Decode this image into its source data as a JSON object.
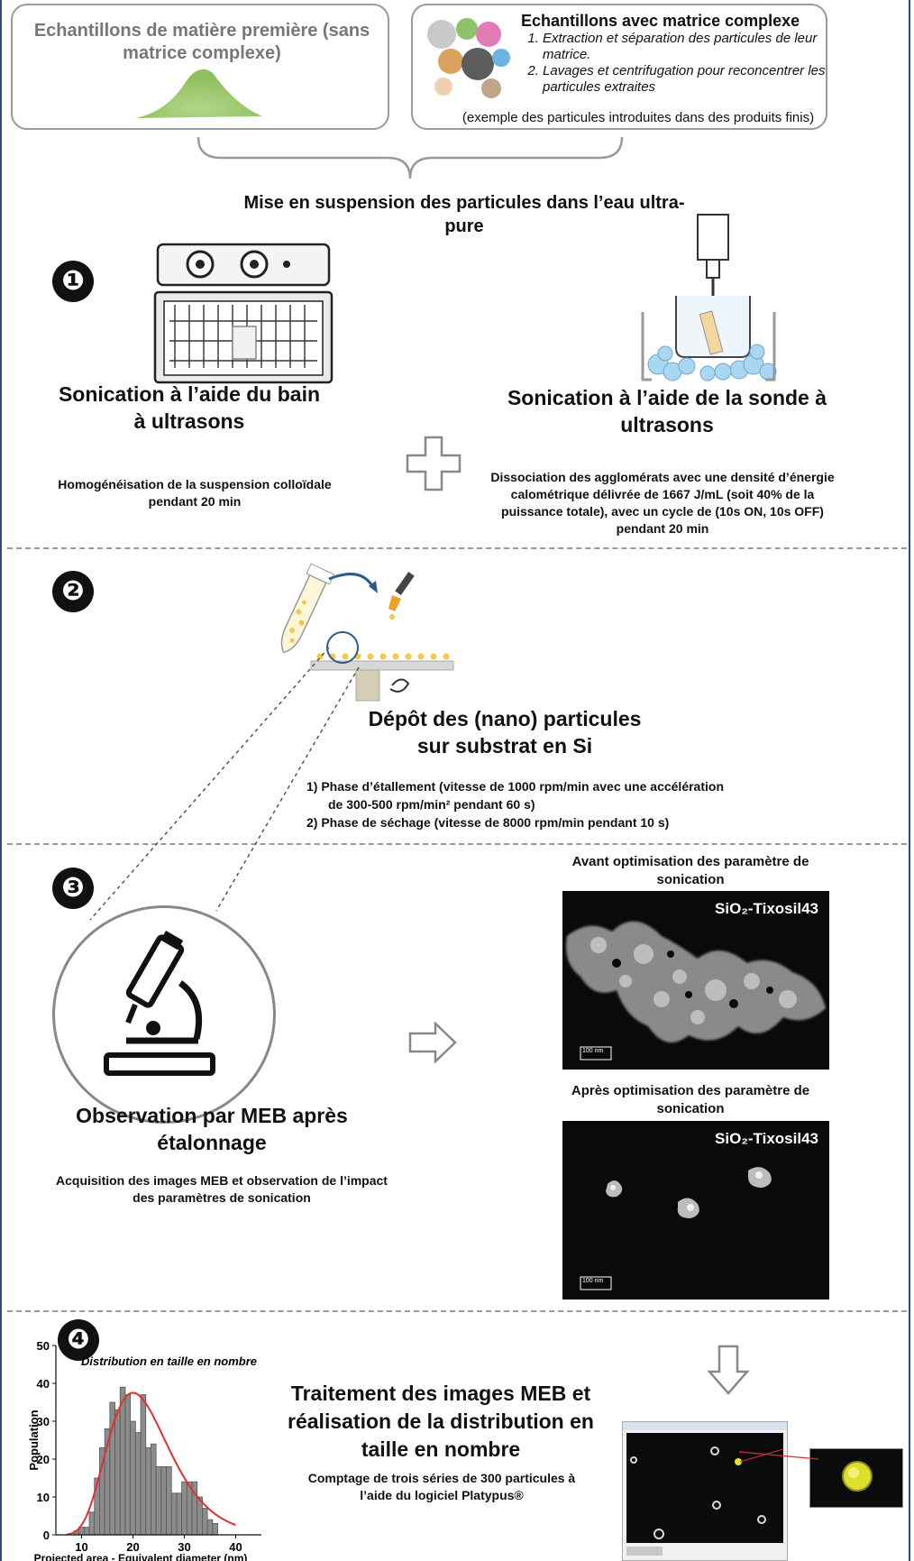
{
  "colors": {
    "frame": "#2c4a7c",
    "grey_text": "#777777",
    "powder": "#8fbf5f",
    "bar": "#8c8c8c",
    "fit": "#e03030"
  },
  "top": {
    "left_box_title": "Echantillons de matière première (sans matrice complexe)",
    "right_box_title": "Echantillons avec matrice complexe",
    "right_box_steps": [
      "Extraction et séparation des particules de leur matrice.",
      "Lavages et centrifugation pour reconcentrer les particules extraites"
    ],
    "right_box_note": "(exemple des particules introduites dans des produits finis)",
    "suspension_title": "Mise en suspension des particules dans l’eau ultra-pure"
  },
  "step1": {
    "badge": "❶",
    "bath_title": "Sonication à l’aide du bain à ultrasons",
    "bath_desc": "Homogénéisation de la suspension colloïdale pendant 20 min",
    "plus": "+",
    "probe_title": "Sonication à l’aide de la sonde à ultrasons",
    "probe_desc": "Dissociation des agglomérats avec une densité d’énergie calométrique délivrée de 1667 J/mL (soit 40% de la puissance totale), avec un cycle de (10s ON, 10s OFF) pendant 20 min"
  },
  "step2": {
    "badge": "❷",
    "title_line1": "Dépôt des (nano) particules",
    "title_line2": "sur substrat en Si",
    "phase1_a": "1)  Phase d’étallement (vitesse de 1000 rpm/min avec une accélération",
    "phase1_b": "de 300-500 rpm/min² pendant 60 s)",
    "phase2": "2) Phase de séchage (vitesse de 8000 rpm/min pendant 10 s)"
  },
  "step3": {
    "badge": "❸",
    "before_title": "Avant optimisation des paramètre de sonication",
    "after_title": "Après optimisation des paramètre de sonication",
    "sample_label": "SiO₂-Tixosil43",
    "scale_label": "100 nm",
    "obs_title": "Observation par MEB après étalonnage",
    "obs_desc": "Acquisition des images MEB et observation de l’impact des paramètres de sonication"
  },
  "step4": {
    "badge": "❹",
    "title": "Traitement des images MEB et réalisation de la distribution en taille en nombre",
    "desc": "Comptage de trois séries de 300 particules à l’aide du logiciel Platypus®"
  },
  "chart_data": {
    "type": "bar",
    "title": "Distribution en taille en nombre",
    "xlabel": "Projected area - Equivalent diameter (nm)",
    "ylabel": "Population",
    "xlim": [
      5,
      45
    ],
    "ylim": [
      0,
      50
    ],
    "xticks": [
      10,
      20,
      30,
      40
    ],
    "yticks": [
      0,
      10,
      20,
      30,
      40,
      50
    ],
    "bin_width": 1,
    "x": [
      9,
      10,
      11,
      12,
      13,
      14,
      15,
      16,
      17,
      18,
      19,
      20,
      21,
      22,
      23,
      24,
      25,
      26,
      27,
      28,
      29,
      30,
      31,
      32,
      33,
      34,
      35,
      36
    ],
    "values": [
      1,
      2,
      2,
      6,
      15,
      23,
      28,
      35,
      33,
      39,
      37,
      30,
      27,
      37,
      23,
      24,
      18,
      18,
      18,
      11,
      11,
      14,
      14,
      14,
      10,
      7,
      4,
      3
    ],
    "fit": {
      "type": "lognormal",
      "peak_x": 20,
      "peak_y": 37.5
    }
  }
}
